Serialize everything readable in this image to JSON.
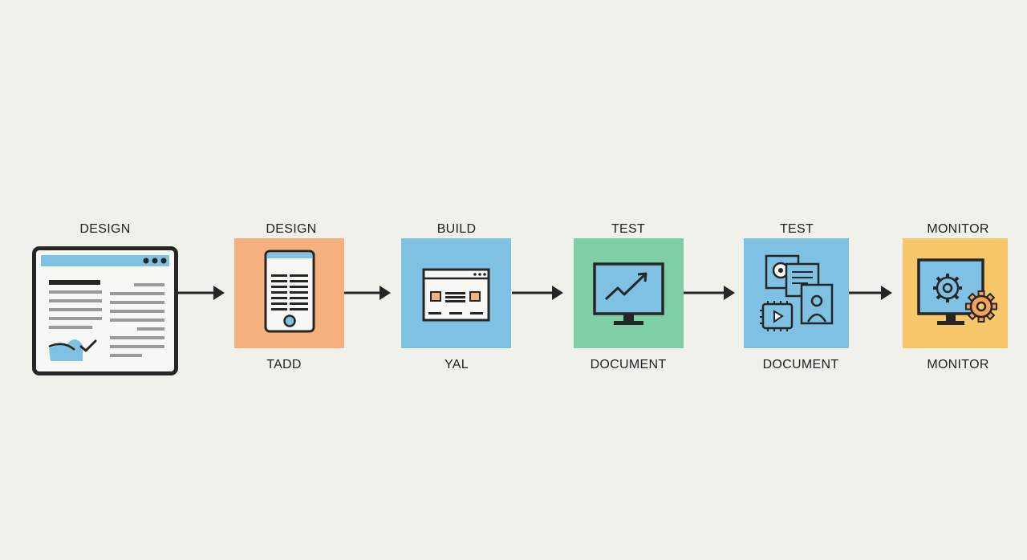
{
  "steps": [
    {
      "top_label": "DESIGN",
      "bottom_label": "",
      "icon": "wireframe-browser-icon"
    },
    {
      "top_label": "DESIGN",
      "bottom_label": "TADD",
      "icon": "tablet-mockup-icon",
      "color": "#f6b07e"
    },
    {
      "top_label": "BUILD",
      "bottom_label": "YAL",
      "icon": "web-layout-icon",
      "color": "#7ec1e2"
    },
    {
      "top_label": "TEST",
      "bottom_label": "DOCUMENT",
      "icon": "trend-monitor-icon",
      "color": "#7fcfa6"
    },
    {
      "top_label": "TEST",
      "bottom_label": "DOCUMENT",
      "icon": "documents-stack-icon",
      "color": "#7ec1e2"
    },
    {
      "top_label": "MONITOR",
      "bottom_label": "MONITOR",
      "icon": "monitor-gear-icon",
      "color": "#f7c76a"
    }
  ],
  "colors": {
    "background": "#f1f1ec",
    "ink": "#262626",
    "accent_blue": "#7ec1e2",
    "accent_orange": "#f6b07e",
    "accent_green": "#7fcfa6",
    "accent_yellow": "#f7c76a"
  }
}
